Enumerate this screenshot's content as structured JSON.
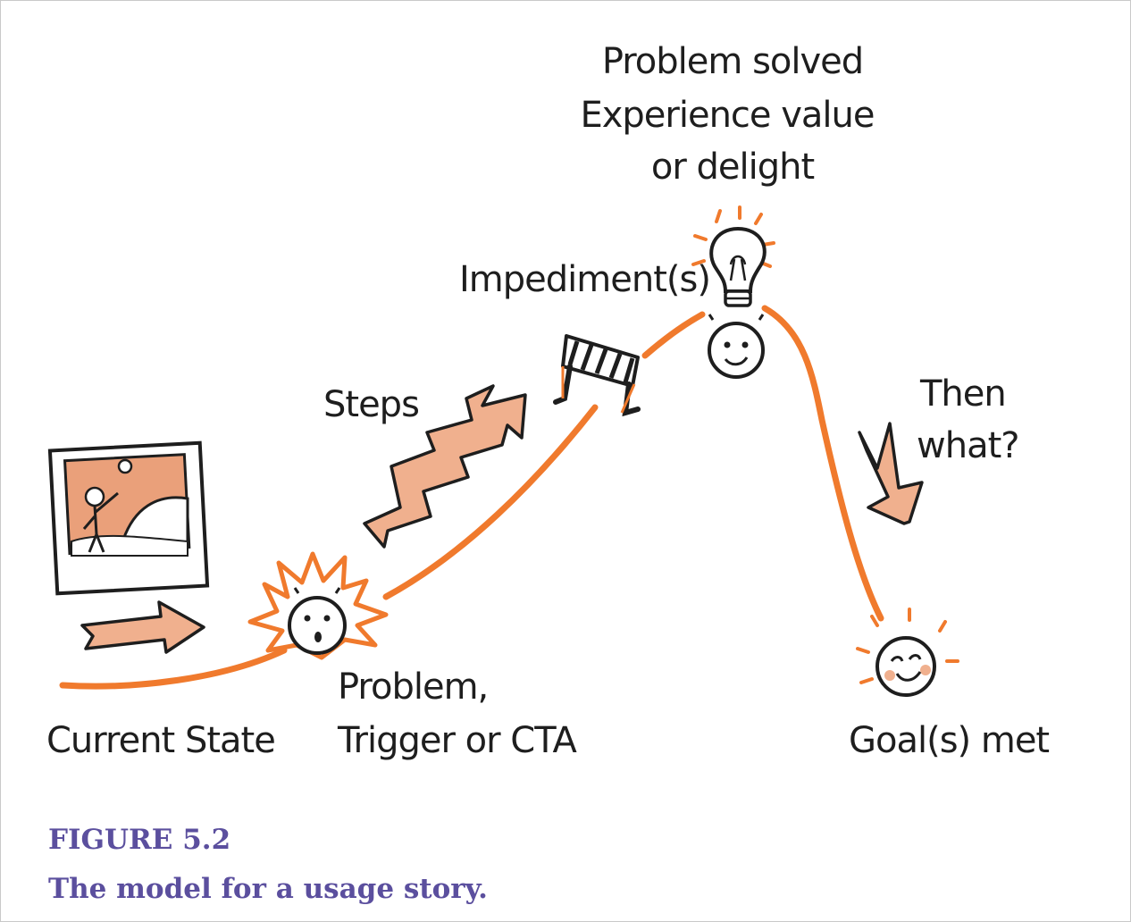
{
  "diagram": {
    "labels": {
      "current_state": "Current State",
      "problem_line1": "Problem,",
      "problem_line2": "Trigger or CTA",
      "steps": "Steps",
      "impediments": "Impediment(s)",
      "solved_line1": "Problem solved",
      "solved_line2": "Experience value",
      "solved_line3": "or delight",
      "then_line1": "Then",
      "then_line2": "what?",
      "goals_met": "Goal(s) met"
    },
    "colors": {
      "curve": "#f07a2d",
      "arrow_fill": "#f0b08e",
      "outline": "#1e1e1e",
      "photo_bg": "#eaa07a"
    }
  },
  "caption": {
    "label": "FIGURE 5.2",
    "text": "The model for a usage story."
  }
}
